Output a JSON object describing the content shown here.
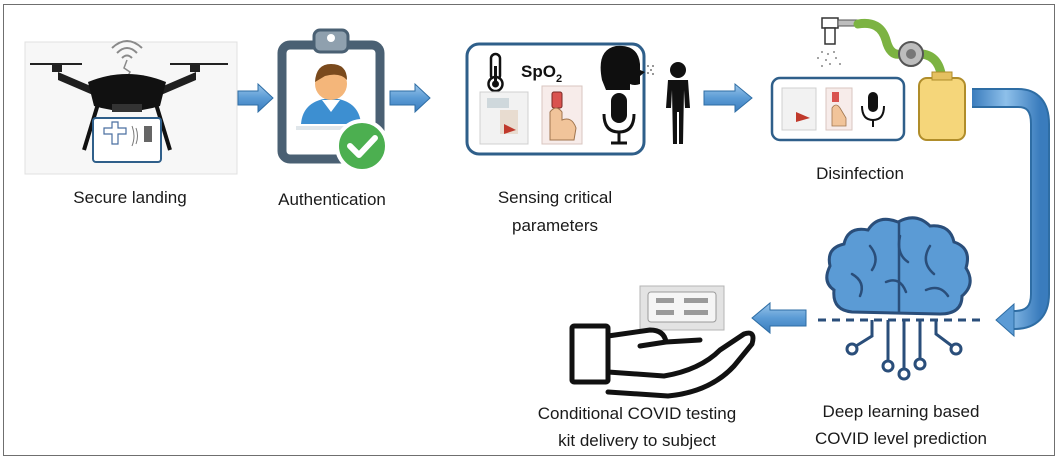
{
  "diagram": {
    "spo2": {
      "main": "SpO",
      "sub": "2"
    },
    "steps": {
      "secure_landing": "Secure landing",
      "authentication": "Authentication",
      "sensing_line1": "Sensing critical",
      "sensing_line2": "parameters",
      "disinfection": "Disinfection",
      "deep_learning_line1": "Deep learning based",
      "deep_learning_line2": "COVID level prediction",
      "delivery_line1": "Conditional COVID testing",
      "delivery_line2": "kit delivery to subject"
    },
    "colors": {
      "arrow_fill": "#5b9bd5",
      "arrow_stroke": "#2e6da4",
      "brain": "#5b9bd5",
      "brain_dark": "#2a4e7a",
      "check_green": "#4caf50",
      "clipboard": "#4a6073",
      "panel_border": "#2f5f8a",
      "hose_green": "#7cb342",
      "tank_yellow": "#f5d67a"
    }
  }
}
